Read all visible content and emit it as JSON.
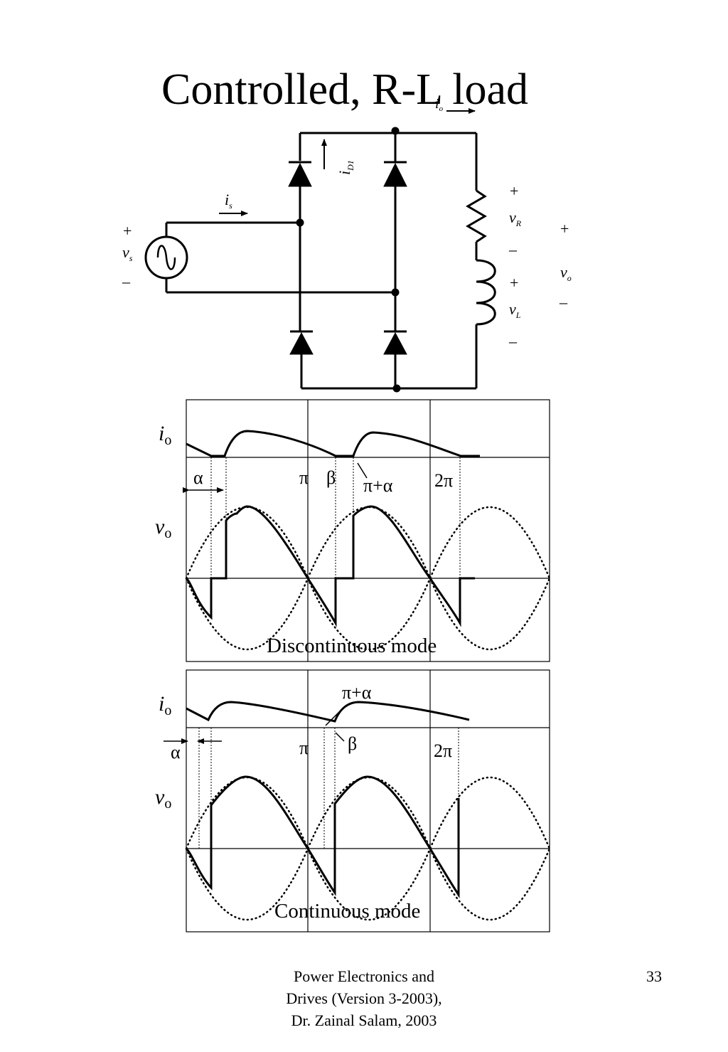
{
  "slide": {
    "title": "Controlled, R-L load",
    "page_number": "33",
    "footer_lines": [
      "Power Electronics and",
      "Drives (Version 3-2003),",
      "Dr. Zainal Salam, 2003"
    ]
  },
  "circuit": {
    "labels": {
      "i_o": "i",
      "i_o_sub": "o",
      "i_D1": "i",
      "i_D1_sub": "D1",
      "i_s": "i",
      "i_s_sub": "s",
      "v_s": "v",
      "v_s_sub": "s",
      "v_R": "v",
      "v_R_sub": "R",
      "v_L": "v",
      "v_L_sub": "L",
      "v_o": "v",
      "v_o_sub": "o",
      "plus": "+",
      "minus": "–"
    }
  },
  "waveforms": {
    "discontinuous": {
      "mode_label": "Discontinuous mode",
      "io_label": "i",
      "io_sub": "o",
      "vo_label": "v",
      "vo_sub": "o",
      "alpha": "α",
      "pi": "π",
      "beta": "β",
      "pi_plus_alpha": "π+α",
      "two_pi": "2π"
    },
    "continuous": {
      "mode_label": "Continuous mode",
      "io_label": "i",
      "io_sub": "o",
      "vo_label": "v",
      "vo_sub": "o",
      "alpha": "α",
      "pi": "π",
      "beta": "β",
      "pi_plus_alpha": "π+α",
      "two_pi": "2π"
    }
  },
  "colors": {
    "ink": "#000000",
    "background": "#ffffff"
  }
}
